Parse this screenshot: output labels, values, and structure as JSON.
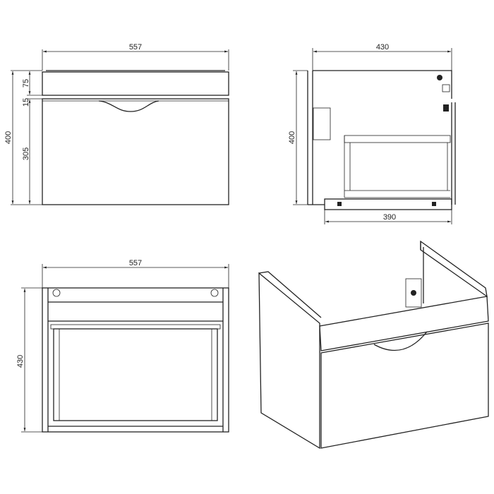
{
  "front_view": {
    "width": "557",
    "height_total": "400",
    "top_panel": "75",
    "gap": "15",
    "drawer": "305"
  },
  "side_view": {
    "depth": "430",
    "height": "400",
    "drawer_depth": "390"
  },
  "top_view": {
    "width": "557",
    "depth": "430"
  },
  "colors": {
    "line": "#222222",
    "background": "#ffffff"
  }
}
